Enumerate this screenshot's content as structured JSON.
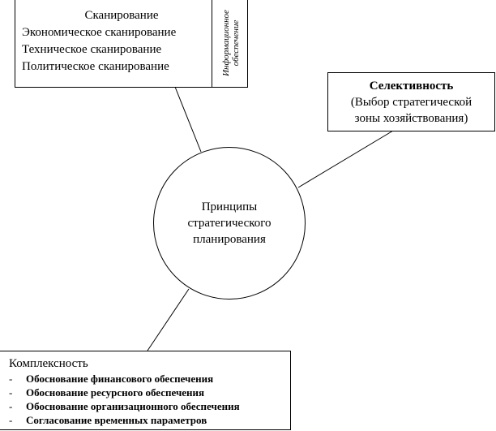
{
  "scanning": {
    "title": "Сканирование",
    "items": [
      "Экономическое сканирование",
      "Техническое сканирование",
      "Политическое сканирование"
    ],
    "side_label_1": "Информационное",
    "side_label_2": "обеспечение"
  },
  "selectivity": {
    "title": "Селективность",
    "line1": "(Выбор стратегической",
    "line2": "зоны хозяйствования)"
  },
  "center": {
    "line1": "Принципы",
    "line2": "стратегического",
    "line3": "планирования"
  },
  "complexity": {
    "title": "Комплексность",
    "bullet": "-",
    "items": [
      "Обоснование финансового обеспечения",
      "Обоснование ресурсного обеспечения",
      "Обоснование организационного обеспечения",
      "Согласование временных параметров"
    ]
  }
}
